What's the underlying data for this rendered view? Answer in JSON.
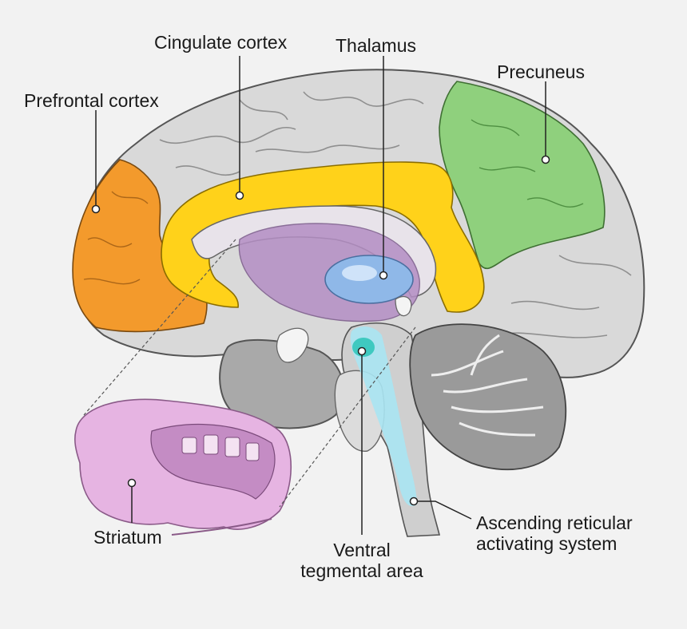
{
  "labels": {
    "cingulate": "Cingulate cortex",
    "thalamus": "Thalamus",
    "precuneus": "Precuneus",
    "prefrontal": "Prefrontal cortex",
    "striatum": "Striatum",
    "vta_line1": "Ventral",
    "vta_line2": "tegmental area",
    "aras_line1": "Ascending reticular",
    "aras_line2": "activating system"
  },
  "colors": {
    "background": "#f2f2f2",
    "cortex_gray": "#d8d8d8",
    "prefrontal": "#f39a2c",
    "cingulate": "#ffd21a",
    "precuneus": "#8fd07d",
    "thalamus": "#8fb8e8",
    "ventral_tegmental": "#3fc9c0",
    "reticular_system": "#a9e4f2",
    "striatum": "#e6b4e2",
    "limbic_purple": "#b48ec4"
  }
}
